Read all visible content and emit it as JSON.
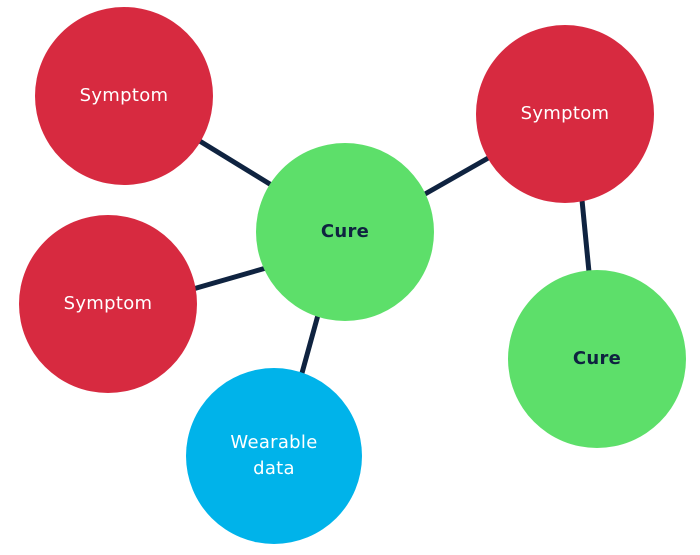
{
  "colors": {
    "symptom": "#d72a40",
    "cure": "#5ddf6a",
    "data": "#00b3ea",
    "edge": "#0f2340"
  },
  "nodes": {
    "symptom_top_left": {
      "label": "Symptom"
    },
    "symptom_mid_left": {
      "label": "Symptom"
    },
    "symptom_right": {
      "label": "Symptom"
    },
    "cure_center": {
      "label": "Cure"
    },
    "cure_right": {
      "label": "Cure"
    },
    "wearable_data": {
      "label": "Wearable data"
    }
  }
}
